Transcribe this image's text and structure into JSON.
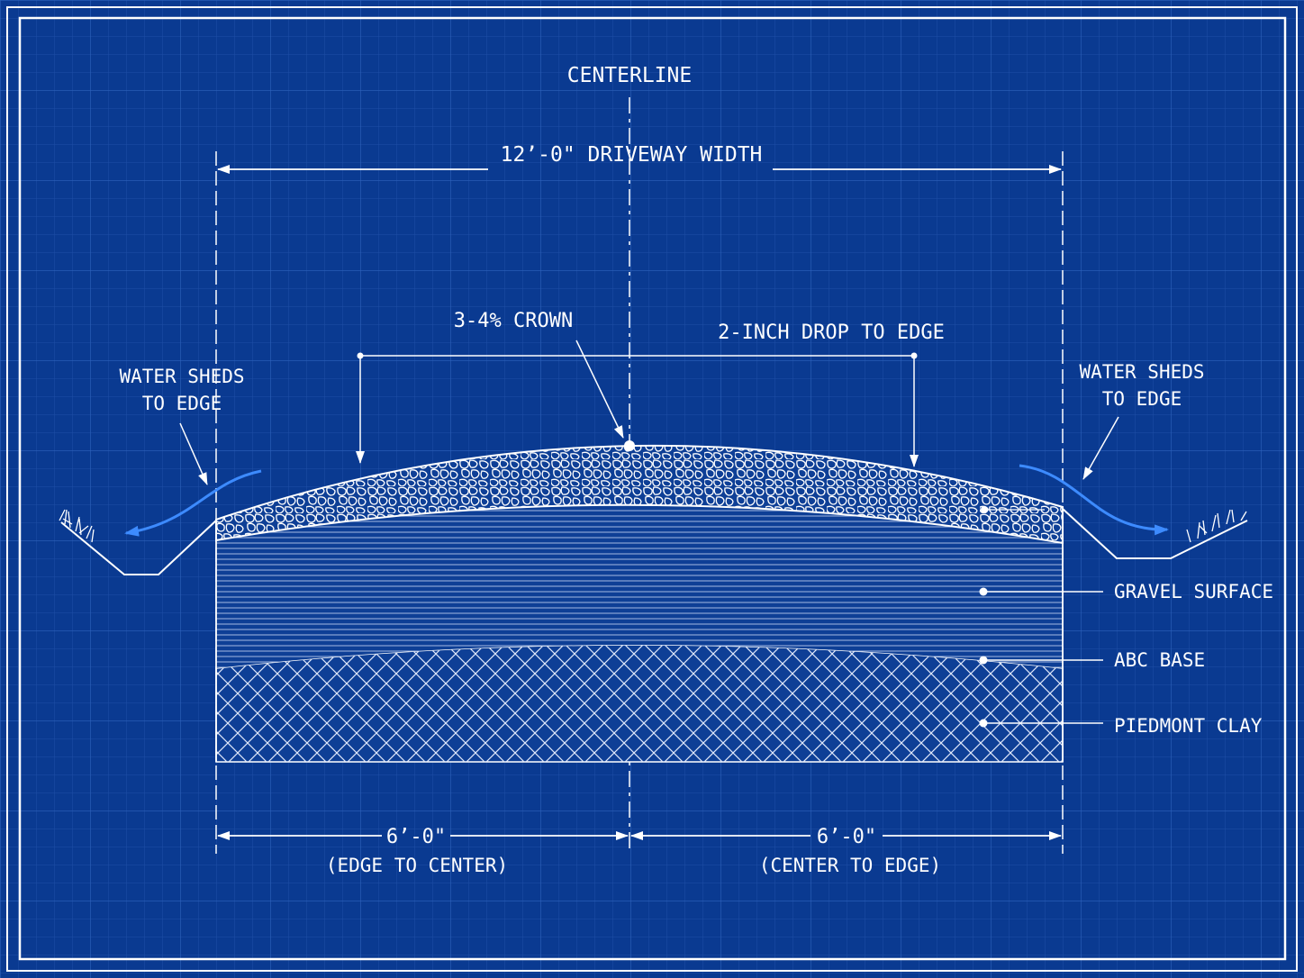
{
  "labels": {
    "centerline": "CENTERLINE",
    "driveway_width": "12’-0\" DRIVEWAY WIDTH",
    "crown": "3-4% CROWN",
    "drop_to_edge": "2-INCH DROP TO EDGE",
    "water_sheds_left_1": "WATER SHEDS",
    "water_sheds_left_2": "TO EDGE",
    "water_sheds_right_1": "WATER SHEDS",
    "water_sheds_right_2": "TO EDGE",
    "layer_gravel": "GRAVEL SURFACE",
    "layer_abc": "ABC BASE",
    "layer_clay": "PIEDMONT CLAY",
    "dim_left_value": "6’-0\"",
    "dim_left_note": "(EDGE TO CENTER)",
    "dim_right_value": "6’-0\"",
    "dim_right_note": "(CENTER TO EDGE)"
  },
  "colors": {
    "background": "#0a3a91",
    "line": "#ffffff",
    "water_arrow": "#3d8bff",
    "grid": "#2a5cb0"
  },
  "icons": {
    "grass_left": "grass-tuft-icon",
    "grass_right": "grass-tuft-icon",
    "water_flow": "curved-arrow-icon"
  }
}
